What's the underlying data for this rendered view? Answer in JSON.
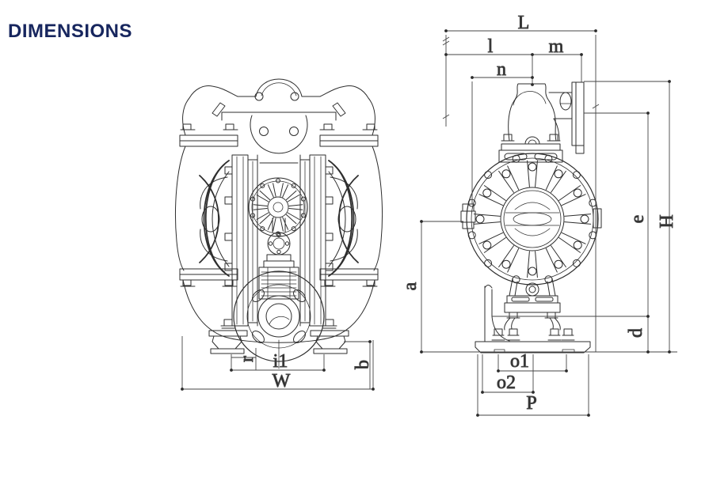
{
  "page": {
    "title": "DIMENSIONS"
  },
  "colors": {
    "title": "#17265e",
    "drawing_line": "#2e2e2e",
    "dimension_line": "#454545"
  },
  "front_view": {
    "description": "pump front elevation",
    "labels": {
      "r": "r",
      "i1": "i1",
      "W": "W",
      "b": "b"
    }
  },
  "side_view": {
    "description": "pump side elevation",
    "labels": {
      "L": "L",
      "l": "l",
      "m": "m",
      "n": "n",
      "a": "a",
      "e": "e",
      "H": "H",
      "d": "d",
      "o1": "o1",
      "o2": "o2",
      "P": "P"
    }
  }
}
